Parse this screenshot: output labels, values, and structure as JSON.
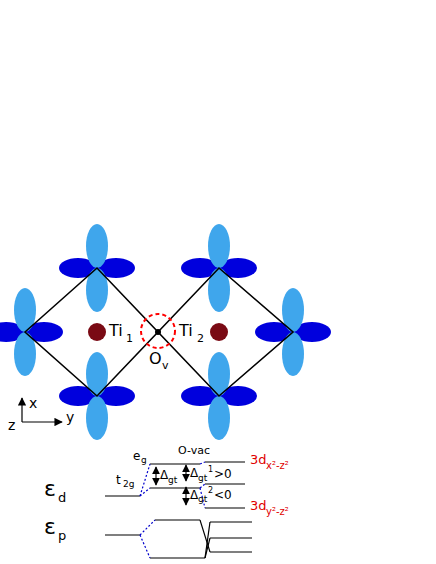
{
  "diagram": {
    "labels": [
      "Ti",
      "1",
      "Ti",
      "2",
      "O",
      "v",
      "x",
      "z",
      "y",
      "e",
      "g",
      "Δ",
      "gt",
      "t",
      "2g",
      "O-vac",
      "3d",
      "x²-z²",
      "Δ",
      "gt",
      "1",
      ">0",
      "Δ",
      "gt",
      "2",
      "<0",
      "3d",
      "y²-z²",
      "ε",
      "d",
      "ε",
      "p"
    ]
  }
}
